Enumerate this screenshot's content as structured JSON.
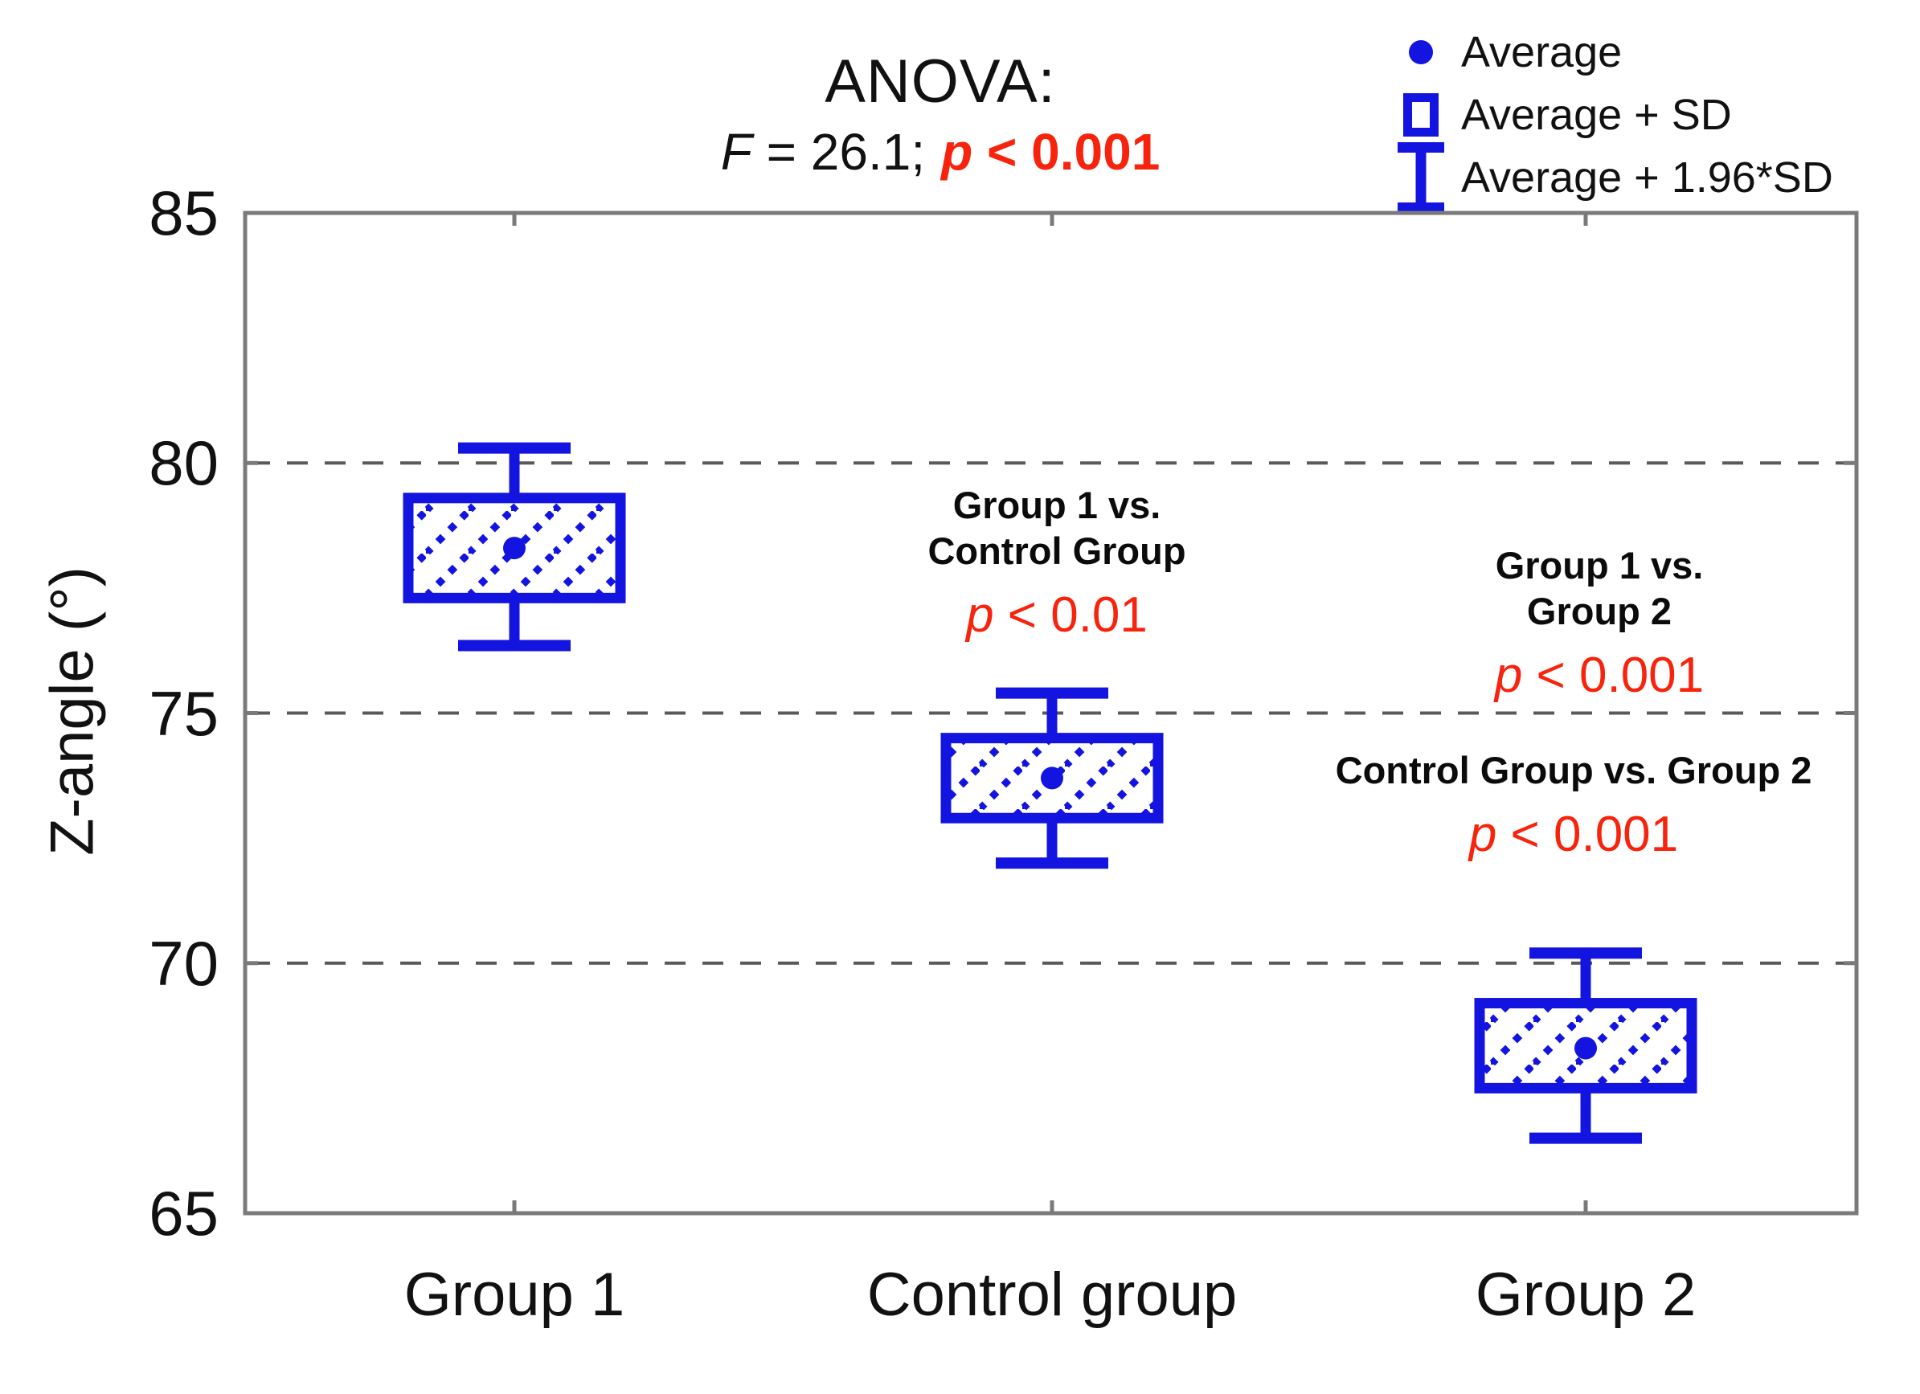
{
  "title": {
    "line1": "ANOVA:",
    "f_italic": "F",
    "f_rest": " = 26.1;",
    "p_red": "p < 0.001"
  },
  "legend": {
    "items": [
      {
        "icon": "dot-icon",
        "label": "Average"
      },
      {
        "icon": "square-icon",
        "label": "Average + SD"
      },
      {
        "icon": "ibeam-icon",
        "label": "Average + 1.96*SD"
      }
    ]
  },
  "colors": {
    "series_blue": "#1414e0",
    "significance_red": "#f8230d",
    "axis_gray": "#7a7a7a",
    "grid_gray": "#5a5a5a",
    "text_black": "#111111"
  },
  "chart_data": {
    "type": "box",
    "title": "ANOVA: F = 26.1; p < 0.001",
    "anova": {
      "F": 26.1,
      "p": "< 0.001"
    },
    "xlabel": "",
    "ylabel": "Z-angle (°)",
    "ylim": [
      65,
      85
    ],
    "yticks": [
      85,
      80,
      75,
      70,
      65
    ],
    "gridlines_at": [
      80,
      75,
      70
    ],
    "grid": "dashed horizontal",
    "legend_position": "top-right",
    "categories": [
      "Group 1",
      "Control group",
      "Group 2"
    ],
    "box_meaning": {
      "dot": "Average",
      "box": "Average + SD",
      "whisker": "Average + 1.96*SD"
    },
    "series": [
      {
        "name": "Group 1",
        "average": 78.3,
        "box_low": 77.3,
        "box_high": 79.3,
        "whisker_low": 76.35,
        "whisker_high": 80.3
      },
      {
        "name": "Control group",
        "average": 73.7,
        "box_low": 72.9,
        "box_high": 74.5,
        "whisker_low": 72.0,
        "whisker_high": 75.4
      },
      {
        "name": "Group 2",
        "average": 68.3,
        "box_low": 67.5,
        "box_high": 69.2,
        "whisker_low": 66.5,
        "whisker_high": 70.2
      }
    ],
    "annotations": [
      {
        "lines": [
          "Group 1 vs.",
          "Control Group"
        ],
        "p": "p < 0.01"
      },
      {
        "lines": [
          "Group 1 vs.",
          "Group 2"
        ],
        "p": "p < 0.001"
      },
      {
        "lines": [
          "Control Group vs. Group 2"
        ],
        "p": "p < 0.001"
      }
    ]
  }
}
